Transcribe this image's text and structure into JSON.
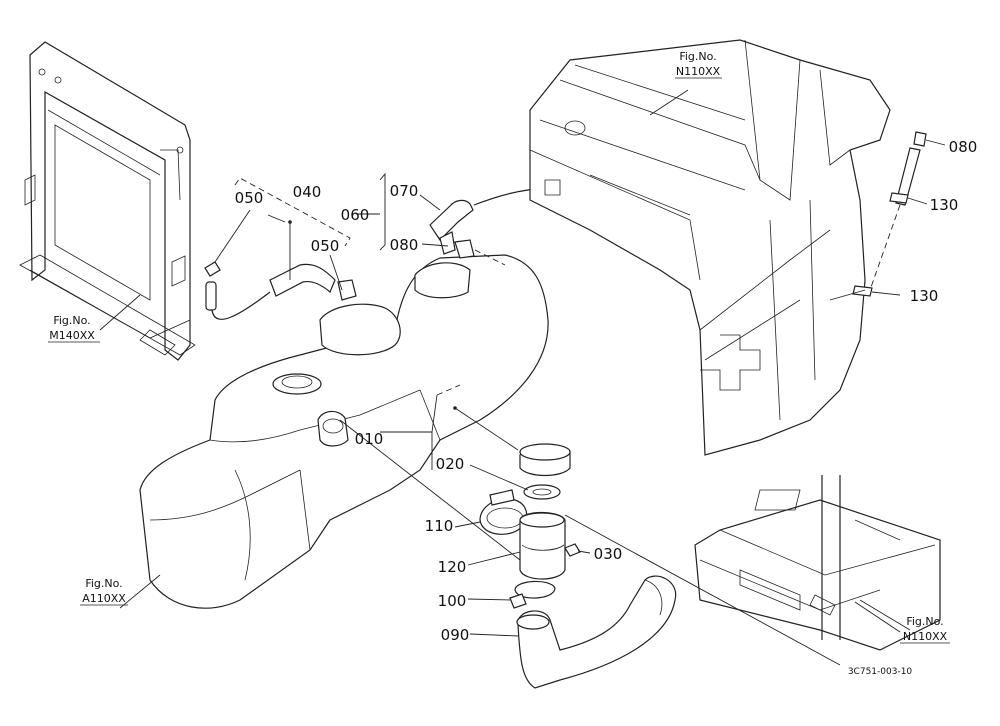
{
  "callouts": {
    "c010": "010",
    "c020": "020",
    "c030": "030",
    "c040": "040",
    "c050a": "050",
    "c050b": "050",
    "c060": "060",
    "c070": "070",
    "c080a": "080",
    "c080b": "080",
    "c090": "090",
    "c100": "100",
    "c110": "110",
    "c120": "120",
    "c130a": "130",
    "c130b": "130"
  },
  "figure_refs": {
    "fig_label": "Fig.No.",
    "m140": "M140XX",
    "a110": "A110XX",
    "n110_top": "N110XX",
    "n110_bottom": "N110XX"
  },
  "drawing_code": "3C751-003-10"
}
